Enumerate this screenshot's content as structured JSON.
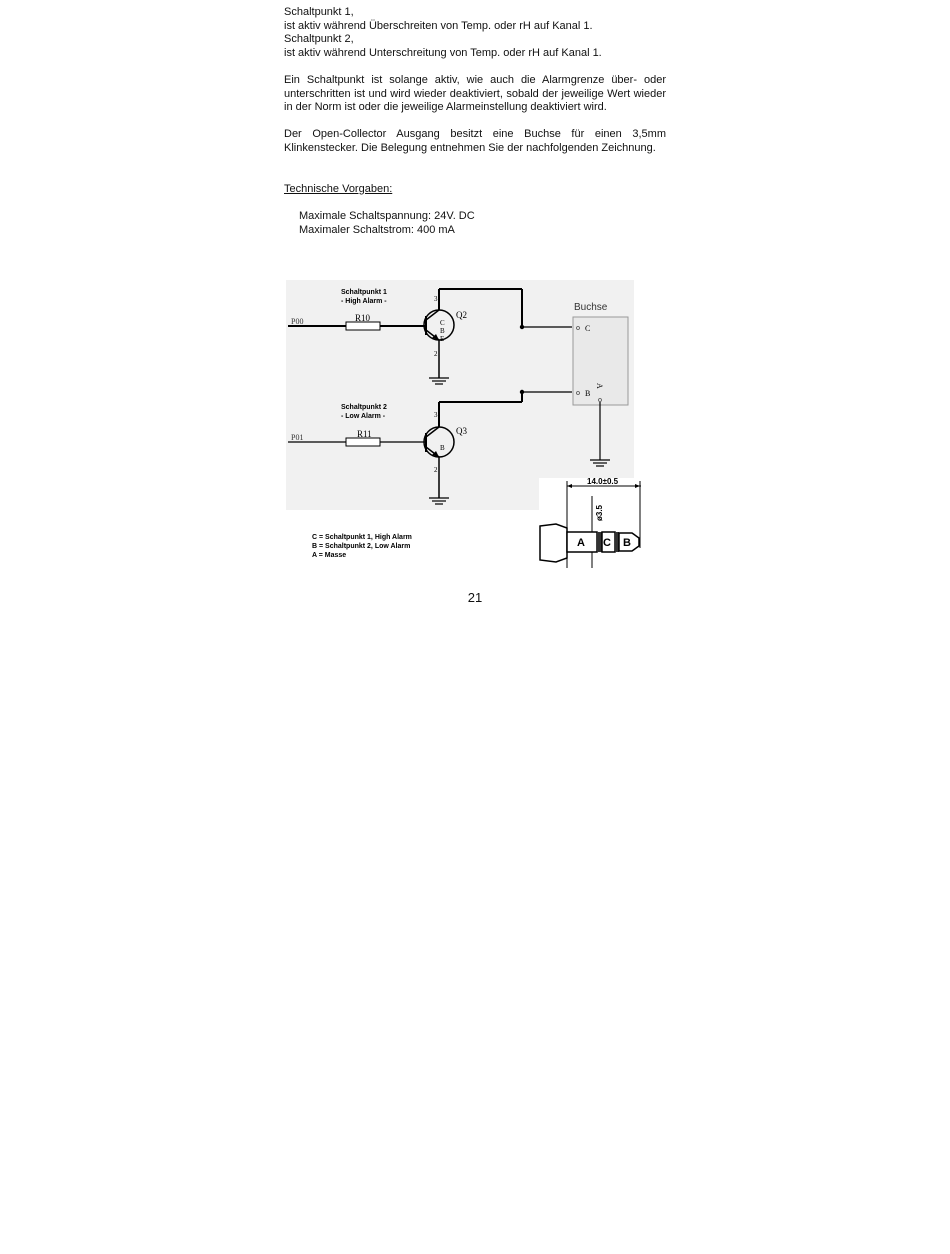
{
  "text": {
    "line1": "Schaltpunkt 1,",
    "line2": "ist aktiv während Überschreiten von Temp. oder rH auf Kanal 1.",
    "line3": "Schaltpunkt 2,",
    "line4": "ist aktiv während Unterschreitung von Temp. oder rH auf Kanal 1.",
    "para1": "Ein Schaltpunkt ist solange aktiv, wie auch die Alarmgrenze über- oder unterschritten ist und wird wieder deaktiviert, sobald der jeweilige Wert wieder in der Norm ist oder die jeweilige Alarmeinstellung deaktiviert wird.",
    "para2": "Der Open-Collector Ausgang besitzt eine Buchse für einen 3,5mm Klinkenstecker. Die Belegung entnehmen Sie der nachfolgenden Zeichnung.",
    "heading": "Technische Vorgaben:",
    "spec1": "Maximale Schaltspannung: 24V. DC",
    "spec2": "Maximaler Schaltstrom: 400 mA"
  },
  "diagram": {
    "sp1_title": "Schaltpunkt 1",
    "sp1_sub": "- High Alarm -",
    "sp2_title": "Schaltpunkt 2",
    "sp2_sub": "- Low Alarm -",
    "in1": "P00",
    "in2": "P01",
    "r1": "R10",
    "r2": "R11",
    "q1": "Q2",
    "q2": "Q3",
    "pin_c": "C",
    "pin_b": "B",
    "pin_e": "E",
    "pin3": "3",
    "pin2": "2",
    "jack_title": "Buchse",
    "jack_c": "C",
    "jack_b": "B",
    "jack_a": "A",
    "legend_c": "C = Schaltpunkt 1, High Alarm",
    "legend_b": "B = Schaltpunkt 2, Low Alarm",
    "legend_a": "A = Masse",
    "plug_length": "14.0±0.5",
    "plug_diameter": "ø3.5",
    "plug_a": "A",
    "plug_c": "C",
    "plug_b": "B"
  },
  "page_number": "21"
}
